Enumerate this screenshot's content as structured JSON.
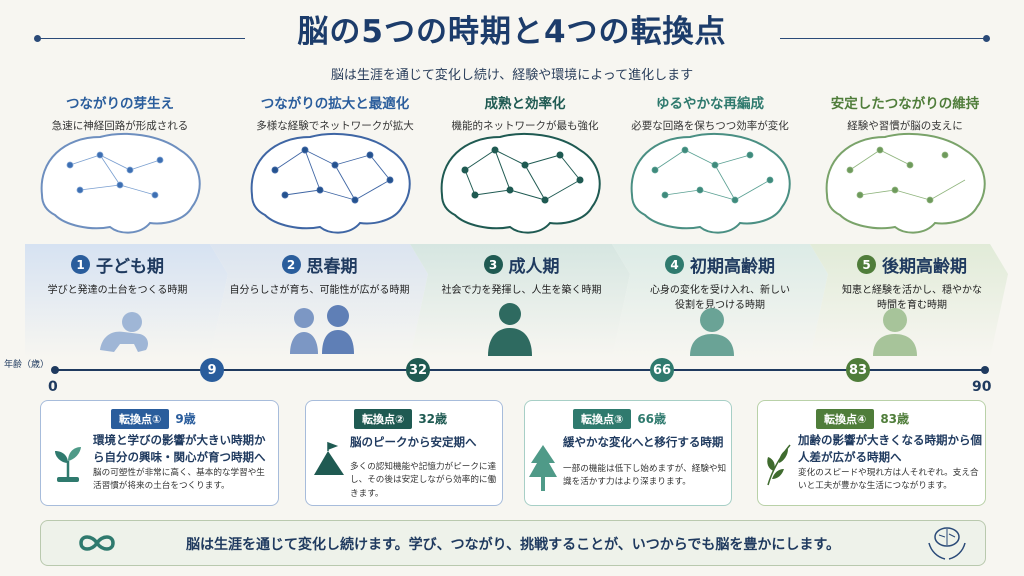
{
  "title": "脳の5つの時期と4つの転換点",
  "subtitle": "脳は生涯を通じて変化し続け、経験や環境によって進化します",
  "phases": [
    {
      "heading": "つながりの芽生え",
      "desc": "急速に神経回路が形成される",
      "color": "#2a5d9c"
    },
    {
      "heading": "つながりの拡大と最適化",
      "desc": "多様な経験でネットワークが拡大",
      "color": "#2a5d9c"
    },
    {
      "heading": "成熟と効率化",
      "desc": "機能的ネットワークが最も強化",
      "color": "#1f5a52"
    },
    {
      "heading": "ゆるやかな再編成",
      "desc": "必要な回路を保ちつつ効率が変化",
      "color": "#2f7a6e"
    },
    {
      "heading": "安定したつながりの維持",
      "desc": "経験や習慣が脳の支えに",
      "color": "#4f7d3a"
    }
  ],
  "stages": [
    {
      "num": "1",
      "name": "子ども期",
      "desc": "学びと発達の土台をつくる時期",
      "color": "#2a5d9c"
    },
    {
      "num": "2",
      "name": "思春期",
      "desc": "自分らしさが育ち、可能性が広がる時期",
      "color": "#2a5d9c"
    },
    {
      "num": "3",
      "name": "成人期",
      "desc": "社会で力を発揮し、人生を築く時期",
      "color": "#1f5a52"
    },
    {
      "num": "4",
      "name": "初期高齢期",
      "desc": "心身の変化を受け入れ、新しい役割を見つける時期",
      "color": "#2f7a6e"
    },
    {
      "num": "5",
      "name": "後期高齢期",
      "desc": "知恵と経験を活かし、穏やかな時間を育む時期",
      "color": "#4f7d3a"
    }
  ],
  "axis": {
    "label": "年齢（歳）",
    "start": "0",
    "end": "90"
  },
  "turning_points": [
    {
      "age": "9",
      "badge": "転換点①",
      "age_label": "9歳",
      "headline": "環境と学びの影響が大きい時期から自分の興味・関心が育つ時期へ",
      "body": "脳の可塑性が非常に高く、基本的な学習や生活習慣が将来の土台をつくります。",
      "icon": "sprout-icon",
      "color": "#2a5d9c",
      "value": 9
    },
    {
      "age": "32",
      "badge": "転換点②",
      "age_label": "32歳",
      "headline": "脳のピークから安定期へ",
      "body": "多くの認知機能や記憶力がピークに達し、その後は安定しながら効率的に働きます。",
      "icon": "mountain-flag-icon",
      "color": "#1f5a52",
      "value": 32
    },
    {
      "age": "66",
      "badge": "転換点③",
      "age_label": "66歳",
      "headline": "緩やかな変化へと移行する時期",
      "body": "一部の機能は低下し始めますが、経験や知識を活かす力はより深まります。",
      "icon": "tree-icon",
      "color": "#2f7a6e",
      "value": 66
    },
    {
      "age": "83",
      "badge": "転換点④",
      "age_label": "83歳",
      "headline": "加齢の影響が大きくなる時期から個人差が広がる時期へ",
      "body": "変化のスピードや現れ方は人それぞれ。支え合いと工夫が豊かな生活につながります。",
      "icon": "leaf-icon",
      "color": "#4f7d3a",
      "value": 83
    }
  ],
  "footer": {
    "text": "脳は生涯を通じて変化し続けます。学び、つながり、挑戦することが、いつからでも脳を豊かにします。"
  }
}
